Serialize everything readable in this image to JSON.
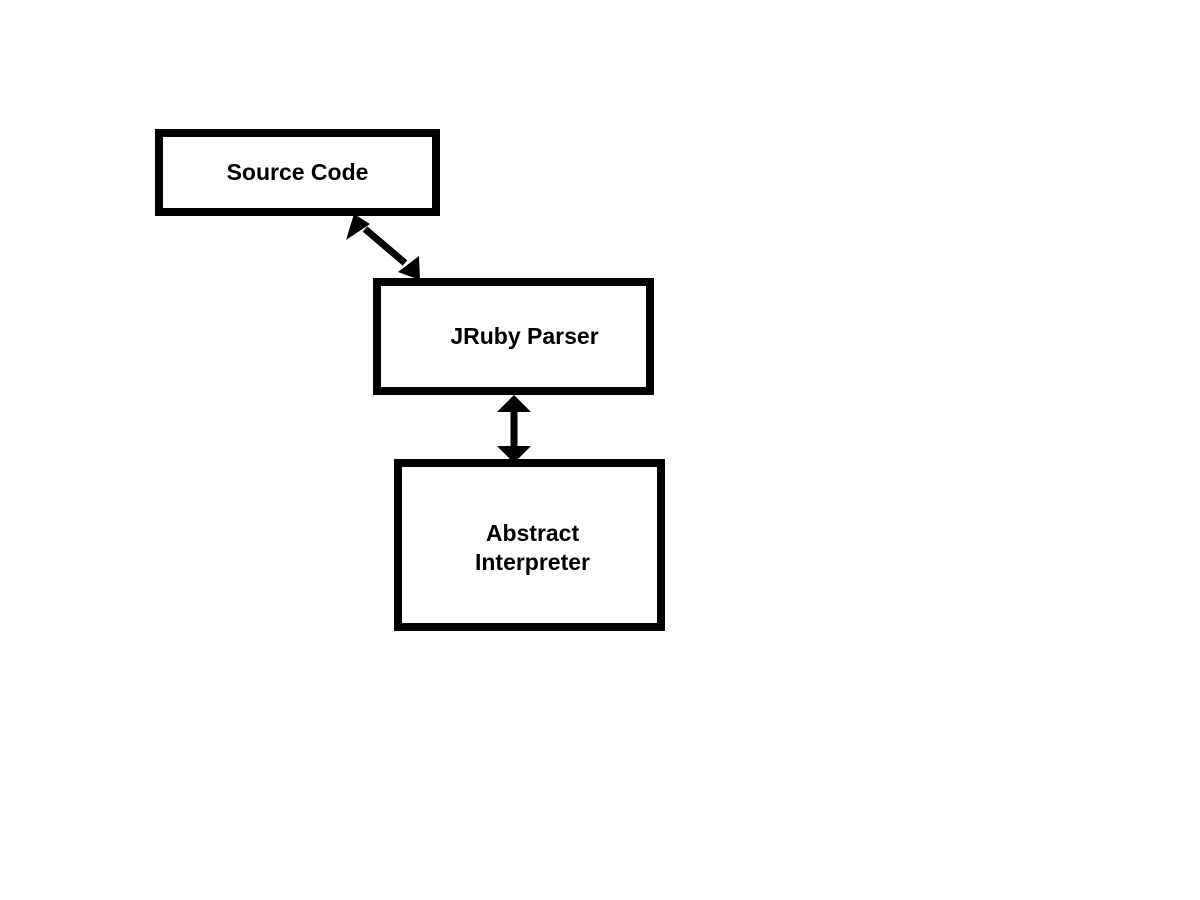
{
  "diagram": {
    "nodes": [
      {
        "id": "source",
        "label": "Source Code"
      },
      {
        "id": "parser",
        "label": "JRuby Parser"
      },
      {
        "id": "interpreter",
        "label": "Abstract\nInterpreter"
      }
    ],
    "edges": [
      {
        "from": "source",
        "to": "parser",
        "direction": "bidirectional"
      },
      {
        "from": "parser",
        "to": "interpreter",
        "direction": "bidirectional"
      }
    ],
    "colors": {
      "stroke": "#000000",
      "background": "#ffffff"
    }
  }
}
